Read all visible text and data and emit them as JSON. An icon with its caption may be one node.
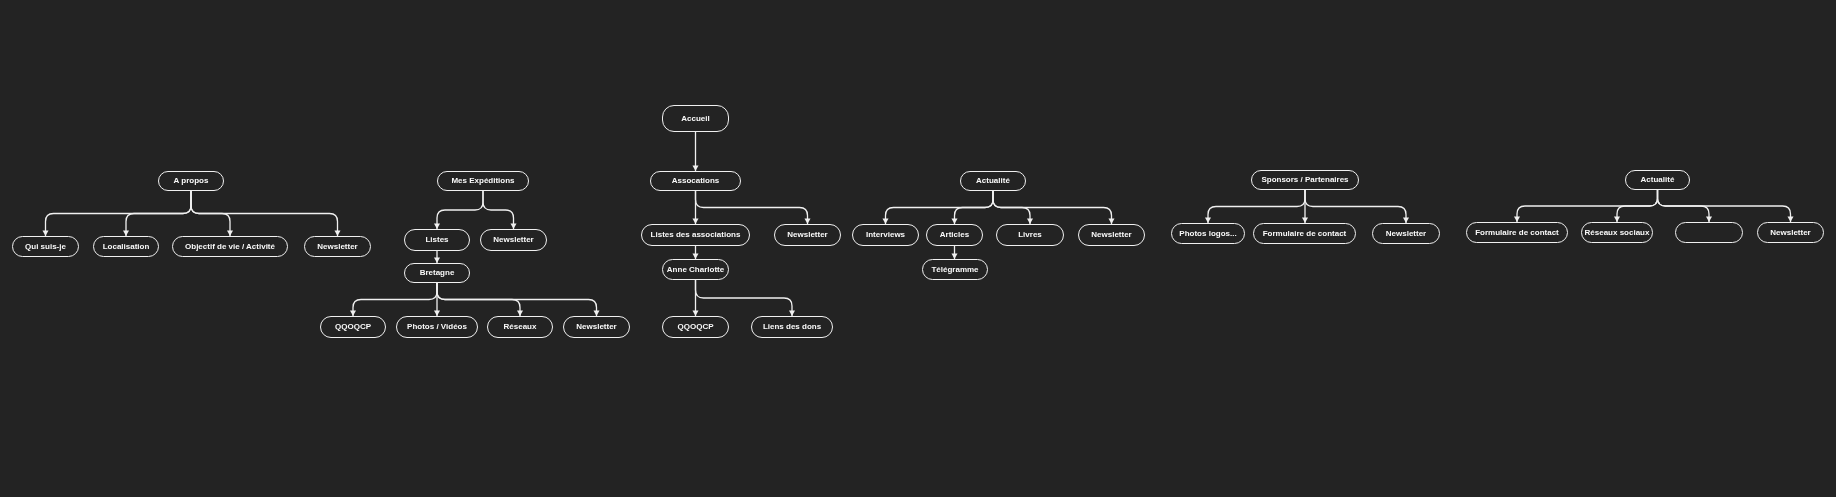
{
  "diagram": {
    "nodes": [
      {
        "text": [
          "Accueil"
        ]
      },
      {
        "text": [
          "A propos"
        ]
      },
      {
        "text": [
          "Qui suis-je"
        ]
      },
      {
        "text": [
          "Localisation"
        ]
      },
      {
        "text": [
          "Objectif de vie / Activité"
        ]
      },
      {
        "text": [
          "Newsletter"
        ]
      },
      {
        "text": [
          "Mes Expéditions"
        ]
      },
      {
        "text": [
          "Listes"
        ]
      },
      {
        "text": [
          "Newsletter"
        ]
      },
      {
        "text": [
          "Bretagne"
        ]
      },
      {
        "text": [
          "QQOQCP"
        ]
      },
      {
        "text": [
          "Photos / Vidéos"
        ]
      },
      {
        "text": [
          "Réseaux"
        ]
      },
      {
        "text": [
          "Newsletter"
        ]
      },
      {
        "text": [
          "Assocations"
        ]
      },
      {
        "text": [
          "Listes des associations"
        ]
      },
      {
        "text": [
          "Newsletter"
        ]
      },
      {
        "text": [
          "Anne Charlotte"
        ]
      },
      {
        "text": [
          "QQOQCP"
        ]
      },
      {
        "text": [
          "Liens des dons"
        ]
      },
      {
        "text": [
          "Actualité"
        ]
      },
      {
        "text": [
          "Interviews"
        ]
      },
      {
        "text": [
          "Articles"
        ]
      },
      {
        "text": [
          "Livres"
        ]
      },
      {
        "text": [
          "Newsletter"
        ]
      },
      {
        "text": [
          "Télégramme"
        ]
      },
      {
        "text": [
          "Sponsors / Partenaires"
        ]
      },
      {
        "text": [
          "Photos logos..."
        ]
      },
      {
        "text": [
          "Formulaire de contact"
        ]
      },
      {
        "text": [
          "Newsletter"
        ]
      },
      {
        "text": [
          "Actualité"
        ]
      },
      {
        "text": [
          "Formulaire de contact"
        ]
      },
      {
        "text": [
          "Réseaux sociaux"
        ]
      },
      {
        "text": [],
        "shape": "box"
      },
      {
        "text": [
          "Newsletter"
        ]
      }
    ],
    "edges": [
      {
        "from": 1,
        "to": 2,
        "arrow": "to"
      },
      {
        "from": 1,
        "to": 3,
        "arrow": "to"
      },
      {
        "from": 1,
        "to": 4,
        "arrow": "to"
      },
      {
        "from": 1,
        "to": 5,
        "arrow": "to"
      },
      {
        "from": 6,
        "to": 7,
        "arrow": "to"
      },
      {
        "from": 6,
        "to": 8,
        "arrow": "to"
      },
      {
        "from": 7,
        "to": 9,
        "arrow": "to"
      },
      {
        "from": 9,
        "to": 10,
        "arrow": "to"
      },
      {
        "from": 9,
        "to": 11,
        "arrow": "to"
      },
      {
        "from": 9,
        "to": 12,
        "arrow": "to"
      },
      {
        "from": 9,
        "to": 13,
        "arrow": "to"
      },
      {
        "from": 0,
        "to": 14,
        "arrow": "to"
      },
      {
        "from": 14,
        "to": 15,
        "arrow": "to"
      },
      {
        "from": 14,
        "to": 16,
        "arrow": "to"
      },
      {
        "from": 15,
        "to": 17,
        "arrow": "to"
      },
      {
        "from": 17,
        "to": 18,
        "arrow": "to"
      },
      {
        "from": 17,
        "to": 19,
        "arrow": "to"
      },
      {
        "from": 20,
        "to": 21,
        "arrow": "to"
      },
      {
        "from": 20,
        "to": 22,
        "arrow": "to"
      },
      {
        "from": 20,
        "to": 23,
        "arrow": "to"
      },
      {
        "from": 20,
        "to": 24,
        "arrow": "to"
      },
      {
        "from": 22,
        "to": 25,
        "arrow": "to"
      },
      {
        "from": 26,
        "to": 27,
        "arrow": "to"
      },
      {
        "from": 26,
        "to": 28,
        "arrow": "to"
      },
      {
        "from": 26,
        "to": 29,
        "arrow": "to"
      },
      {
        "from": 30,
        "to": 31,
        "arrow": "to"
      },
      {
        "from": 30,
        "to": 32,
        "arrow": "to"
      },
      {
        "from": 30,
        "to": 33,
        "arrow": "to"
      },
      {
        "from": 30,
        "to": 34,
        "arrow": "to"
      }
    ]
  }
}
